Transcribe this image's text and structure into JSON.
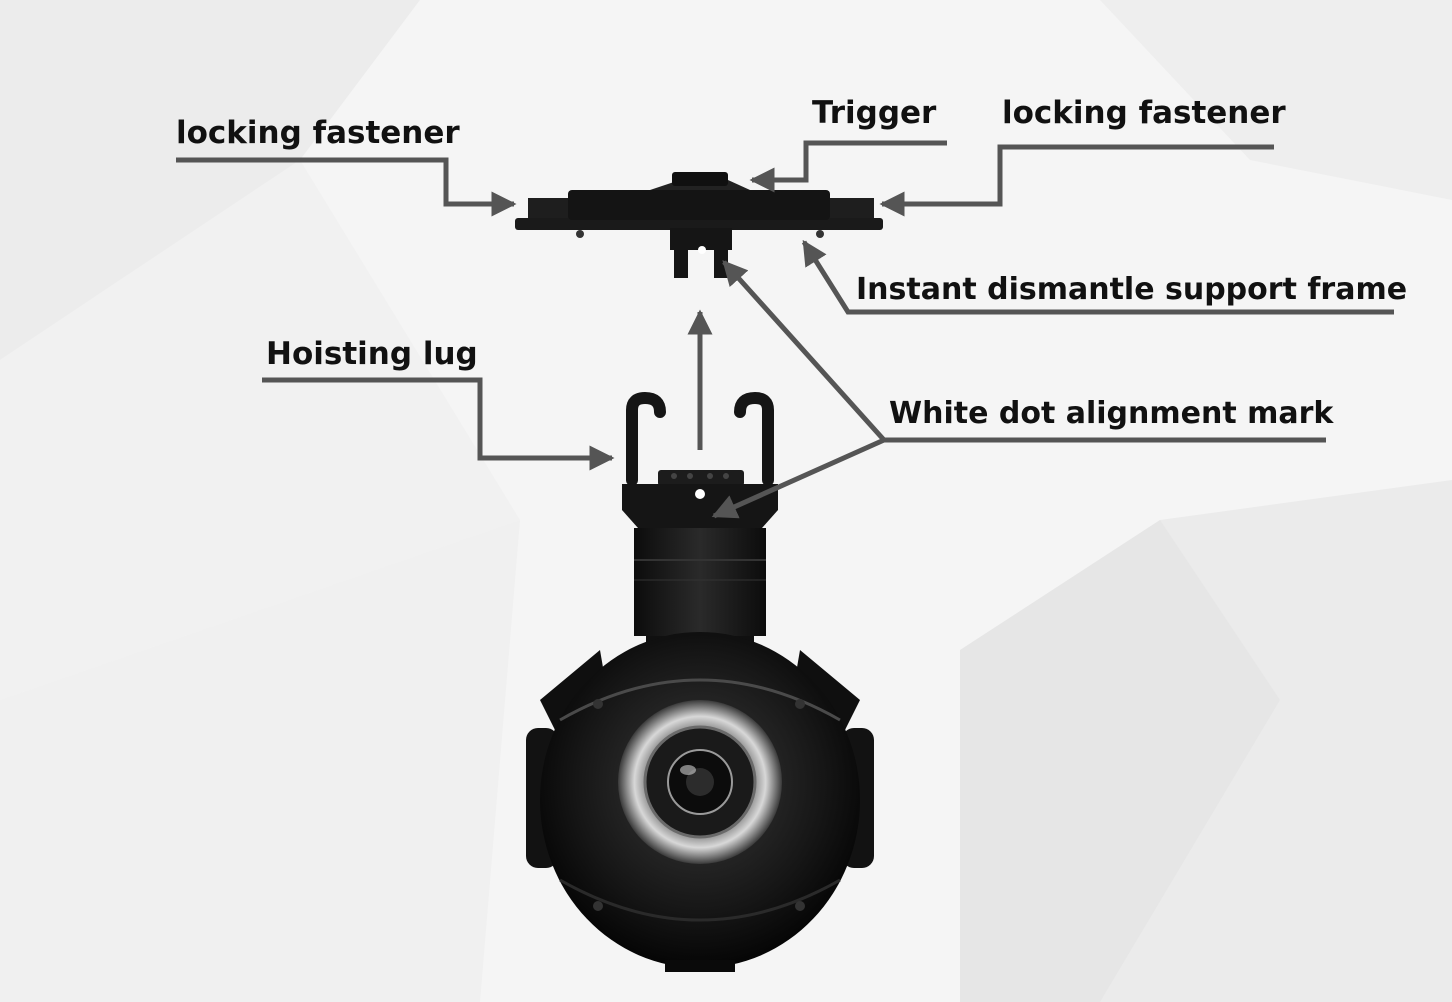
{
  "labels": {
    "locking_fastener_left": "locking fastener",
    "trigger": "Trigger",
    "locking_fastener_right": "locking fastener",
    "instant_dismantle_support_frame": "Instant dismantle support frame",
    "hoisting_lug": "Hoisting lug",
    "white_dot_alignment_mark": "White dot alignment mark"
  },
  "colors": {
    "leader_line": "#555555",
    "label_text": "#111111",
    "device_body": "#141414",
    "background": "#f6f6f6"
  }
}
